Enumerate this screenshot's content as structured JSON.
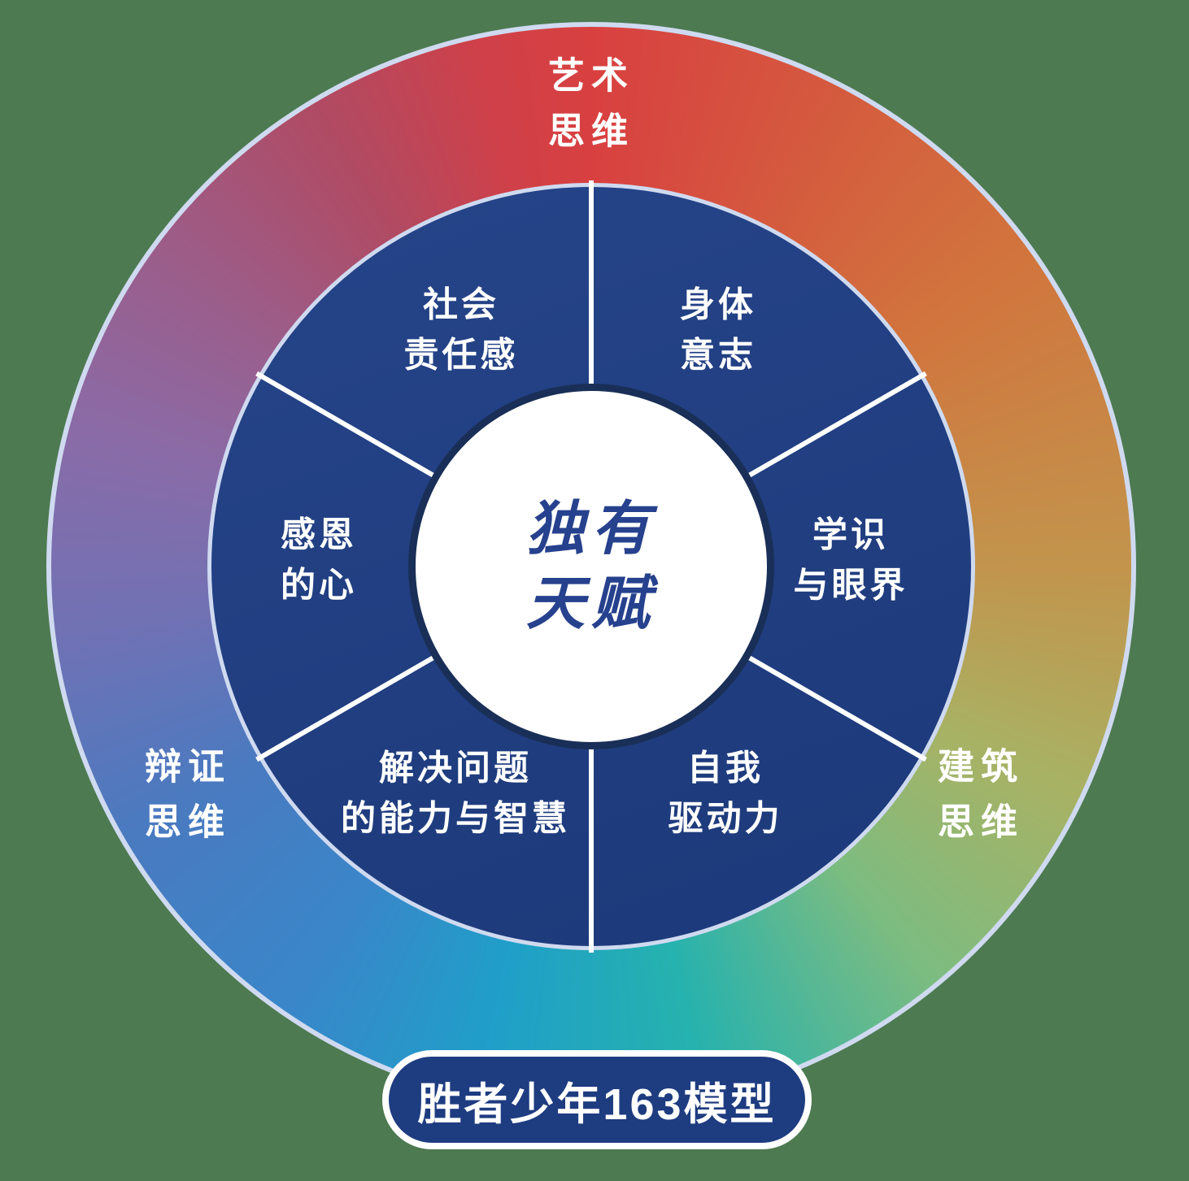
{
  "colors": {
    "background": "#4d7a51",
    "ring_border": "#cfdaf0",
    "disc_border": "#cfdaf0",
    "disc_blue": "#203e80",
    "center_circle_border": "#1a2f57",
    "center_text": "#26418d",
    "badge_bg": "#1e3c80",
    "badge_border": "#ffffff",
    "label_text": "#ffffff",
    "ring_red": "#d84040",
    "ring_orange": "#d1753d",
    "ring_amber": "#c2944c",
    "ring_olive": "#a8b264",
    "ring_green": "#7dbc80",
    "ring_teal": "#26b2ae",
    "ring_cyan": "#1f9fc9",
    "ring_blue": "#3a86c9",
    "ring_indigo": "#4a7ac0",
    "ring_periwinkle": "#6f72b5",
    "ring_purple": "#8a6ba7",
    "ring_mauve": "#9d5c87",
    "ring_wine": "#b14a62",
    "ring_crimson": "#cf4049"
  },
  "center": {
    "line1": "独有",
    "line2": "天赋"
  },
  "segments": [
    {
      "id": "social-responsibility",
      "line1": "社会",
      "line2": "责任感"
    },
    {
      "id": "physical-will",
      "line1": "身体",
      "line2": "意志"
    },
    {
      "id": "knowledge-vision",
      "line1": "学识",
      "line2": "与眼界"
    },
    {
      "id": "self-drive",
      "line1": "自我",
      "line2": "驱动力"
    },
    {
      "id": "problem-solving",
      "line1": "解决问题",
      "line2": "的能力与智慧"
    },
    {
      "id": "grateful-heart",
      "line1": "感恩",
      "line2": "的心"
    }
  ],
  "outer_labels": [
    {
      "id": "art-thinking",
      "position": "top",
      "line1": "艺术",
      "line2": "思维"
    },
    {
      "id": "architecture-thinking",
      "position": "right",
      "line1": "建筑",
      "line2": "思维"
    },
    {
      "id": "dialectical-thinking",
      "position": "left",
      "line1": "辩证",
      "line2": "思维"
    }
  ],
  "badge": {
    "label": "胜者少年163模型"
  }
}
